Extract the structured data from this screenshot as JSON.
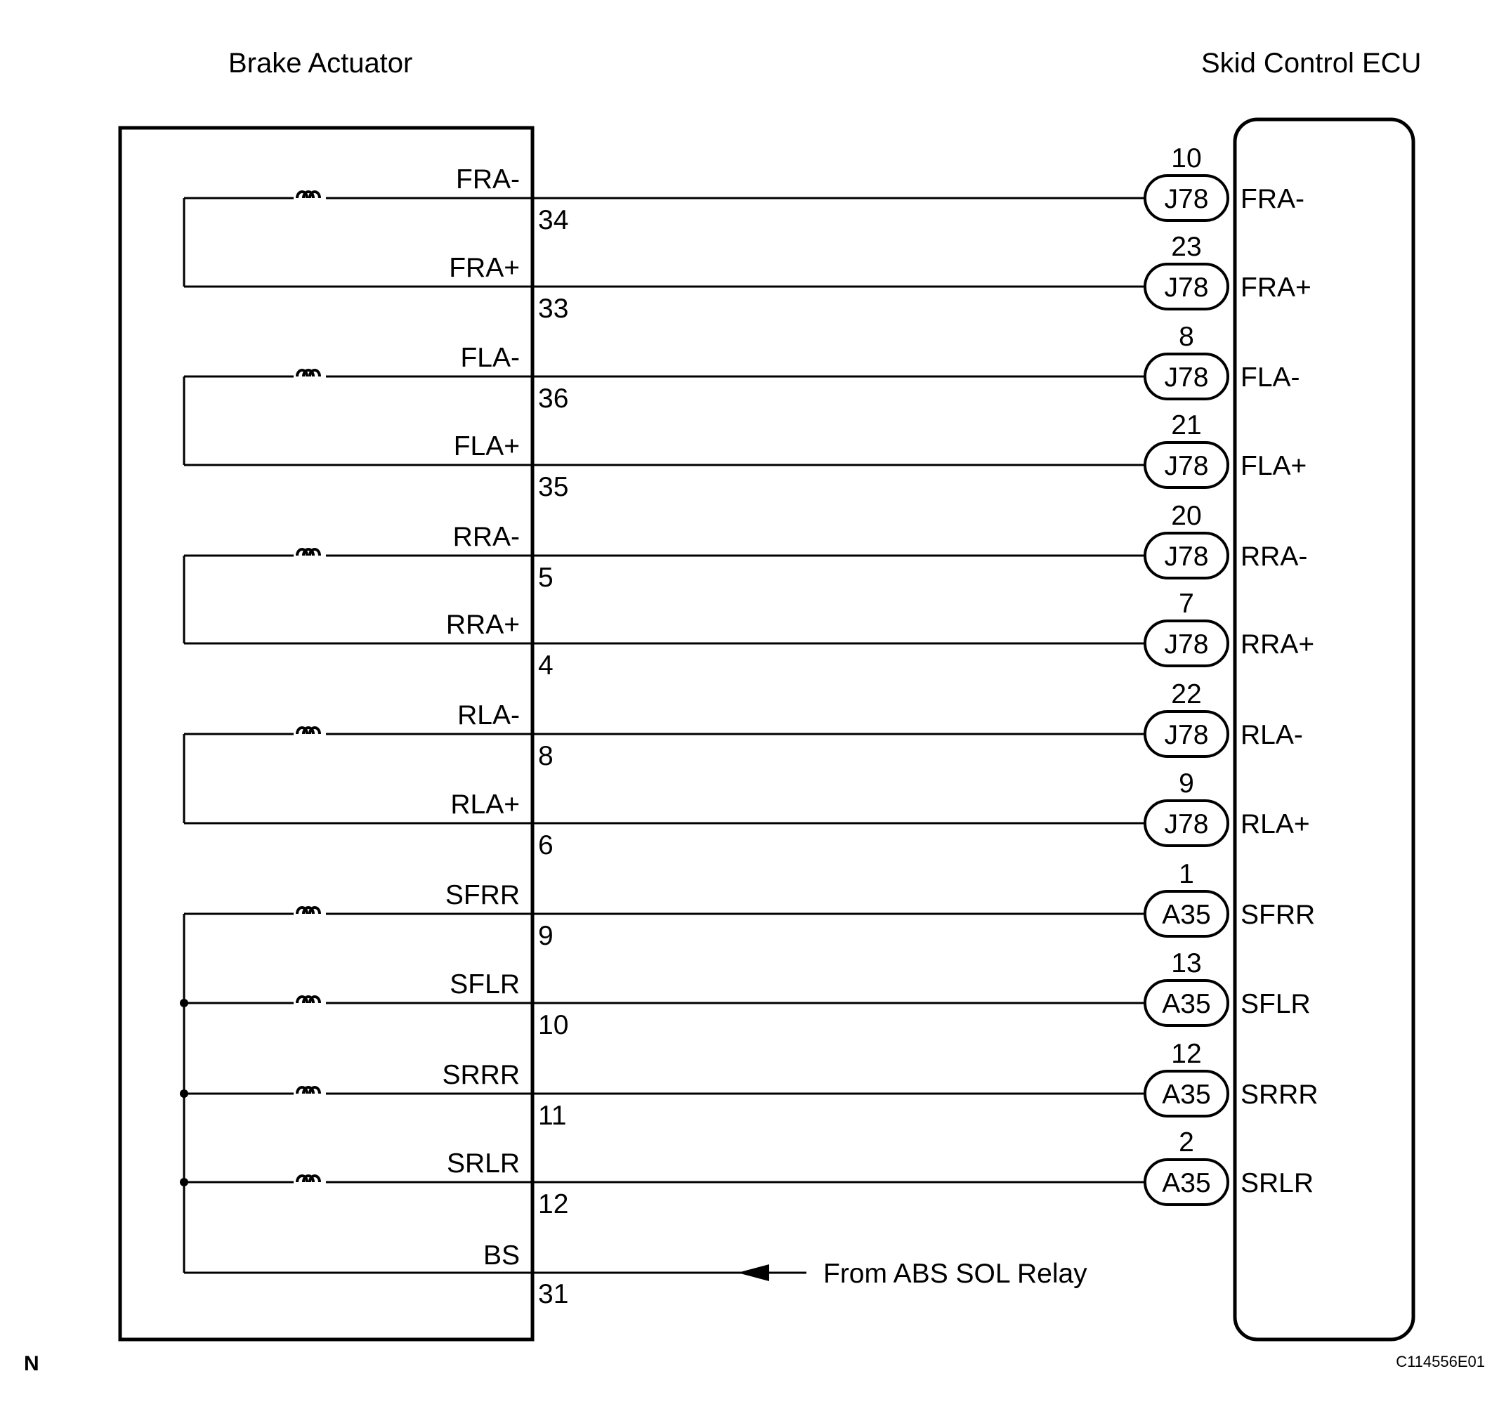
{
  "titles": {
    "left": "Brake Actuator",
    "right": "Skid Control ECU"
  },
  "rows": [
    {
      "name": "FRA-",
      "act_pin": "34",
      "ecu_pin": "10",
      "connector": "J78",
      "ecu_label": "FRA-"
    },
    {
      "name": "FRA+",
      "act_pin": "33",
      "ecu_pin": "23",
      "connector": "J78",
      "ecu_label": "FRA+"
    },
    {
      "name": "FLA-",
      "act_pin": "36",
      "ecu_pin": "8",
      "connector": "J78",
      "ecu_label": "FLA-"
    },
    {
      "name": "FLA+",
      "act_pin": "35",
      "ecu_pin": "21",
      "connector": "J78",
      "ecu_label": "FLA+"
    },
    {
      "name": "RRA-",
      "act_pin": "5",
      "ecu_pin": "20",
      "connector": "J78",
      "ecu_label": "RRA-"
    },
    {
      "name": "RRA+",
      "act_pin": "4",
      "ecu_pin": "7",
      "connector": "J78",
      "ecu_label": "RRA+"
    },
    {
      "name": "RLA-",
      "act_pin": "8",
      "ecu_pin": "22",
      "connector": "J78",
      "ecu_label": "RLA-"
    },
    {
      "name": "RLA+",
      "act_pin": "6",
      "ecu_pin": "9",
      "connector": "J78",
      "ecu_label": "RLA+"
    },
    {
      "name": "SFRR",
      "act_pin": "9",
      "ecu_pin": "1",
      "connector": "A35",
      "ecu_label": "SFRR"
    },
    {
      "name": "SFLR",
      "act_pin": "10",
      "ecu_pin": "13",
      "connector": "A35",
      "ecu_label": "SFLR"
    },
    {
      "name": "SRRR",
      "act_pin": "11",
      "ecu_pin": "12",
      "connector": "A35",
      "ecu_label": "SRRR"
    },
    {
      "name": "SRLR",
      "act_pin": "12",
      "ecu_pin": "2",
      "connector": "A35",
      "ecu_label": "SRLR"
    }
  ],
  "bs": {
    "name": "BS",
    "act_pin": "31",
    "source": "From ABS SOL Relay"
  },
  "footer": {
    "left": "N",
    "right": "C114556E01"
  }
}
